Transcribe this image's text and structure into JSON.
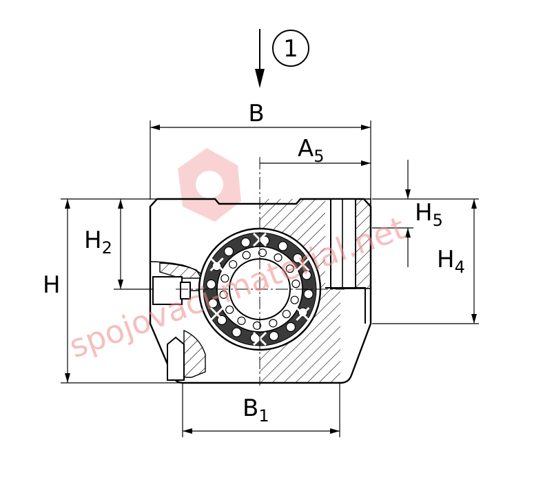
{
  "view_marker": {
    "label": "1"
  },
  "dimensions": {
    "B": {
      "main": "B",
      "sub": ""
    },
    "A5": {
      "main": "A",
      "sub": "5"
    },
    "H": {
      "main": "H",
      "sub": ""
    },
    "H2": {
      "main": "H",
      "sub": "2"
    },
    "H4": {
      "main": "H",
      "sub": "4"
    },
    "H5": {
      "main": "H",
      "sub": "5"
    },
    "B1": {
      "main": "B",
      "sub": "1"
    }
  },
  "watermark": {
    "text": "spojovaci-material.net",
    "color": "#ef8a8a",
    "logo": "hex-nut-logo"
  },
  "colors": {
    "line": "#000000",
    "background": "#ffffff"
  }
}
